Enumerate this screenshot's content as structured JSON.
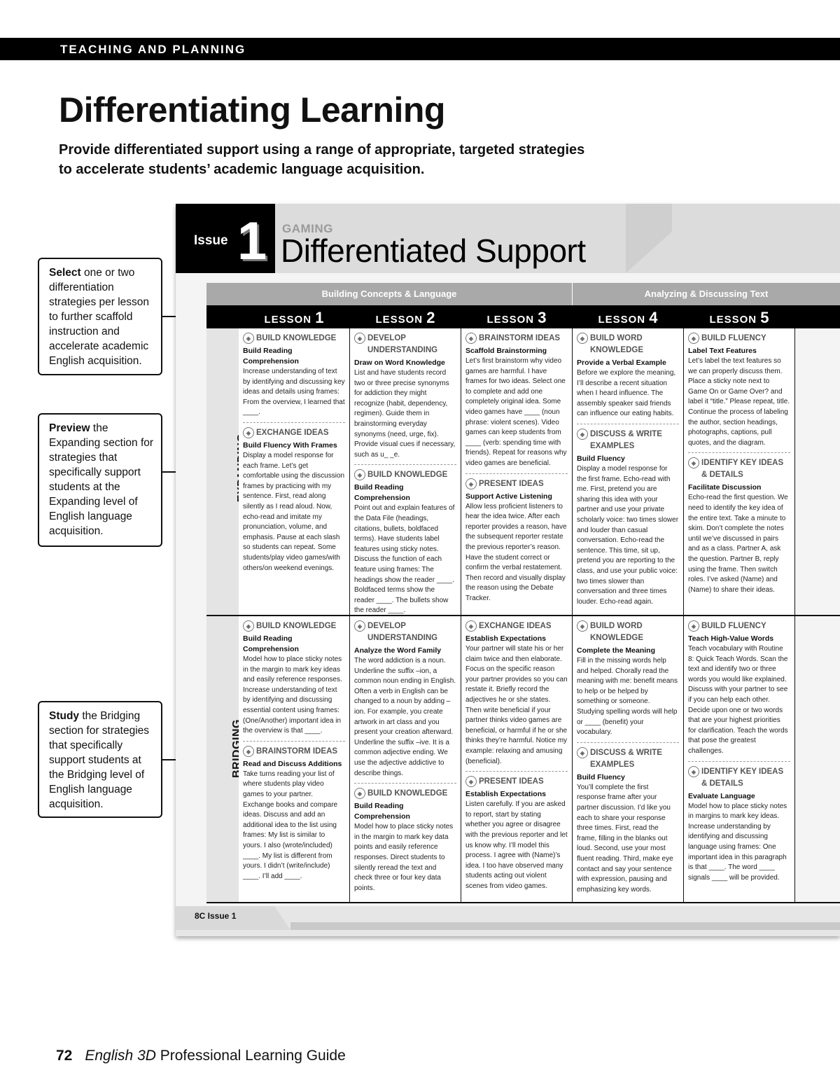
{
  "header_band": "TEACHING AND PLANNING",
  "title": "Differentiating Learning",
  "subtitle": "Provide differentiated support using a range of appropriate, targeted strategies to accelerate students’ academic language acquisition.",
  "callouts": [
    {
      "bold": "Select",
      "text": " one or two differentiation strategies per lesson to further scaffold instruction and accelerate academic English acquisition."
    },
    {
      "bold": "Preview",
      "text": " the Expanding section for strategies that specifically support students at the Expanding level of English language acquisition."
    },
    {
      "bold": "Study",
      "text": " the Bridging section for strategies that specifically support students at the Bridging level of English language acquisition."
    }
  ],
  "poster": {
    "issue_label": "Issue",
    "issue_number": "1",
    "theme": "GAMING",
    "title": "Differentiated Support",
    "bands": [
      "Building Concepts & Language",
      "Analyzing & Discussing Text"
    ],
    "lessons": [
      {
        "word": "LESSON",
        "num": "1"
      },
      {
        "word": "LESSON",
        "num": "2"
      },
      {
        "word": "LESSON",
        "num": "3"
      },
      {
        "word": "LESSON",
        "num": "4"
      },
      {
        "word": "LESSON",
        "num": "5"
      }
    ],
    "row_labels": [
      "EXPANDING",
      "BRIDGING"
    ],
    "footer_label": "8C  Issue 1",
    "expanding": [
      [
        {
          "head": "BUILD KNOWLEDGE",
          "sub": "Build Reading Comprehension",
          "body": "Increase understanding of text by identifying and discussing key ideas and details using frames: From the overview, I learned that ____."
        },
        {
          "head": "EXCHANGE IDEAS",
          "sub": "Build Fluency With Frames",
          "body": "Display a model response for each frame. Let’s get comfortable using the discussion frames by practicing with my sentence. First, read along silently as I read aloud. Now, echo-read and imitate my pronunciation, volume, and emphasis. Pause at each slash so students can repeat. Some students/play video games/with others/on weekend evenings."
        }
      ],
      [
        {
          "head": "DEVELOP UNDERSTANDING",
          "sub": "Draw on Word Knowledge",
          "body": "List and have students record two or three precise synonyms for addiction they might recognize (habit, dependency, regimen). Guide them in brainstorming everyday synonyms (need, urge, fix). Provide visual cues if necessary, such as u_ _e."
        },
        {
          "head": "BUILD KNOWLEDGE",
          "sub": "Build Reading Comprehension",
          "body": "Point out and explain features of the Data File (headings, citations, bullets, boldfaced terms). Have students label features using sticky notes. Discuss the function of each feature using frames: The headings show the reader ____. Boldfaced terms show the reader ____. The bullets show the reader ____."
        }
      ],
      [
        {
          "head": "BRAINSTORM IDEAS",
          "sub": "Scaffold Brainstorming",
          "body": "Let’s first brainstorm why video games are harmful. I have frames for two ideas. Select one to complete and add one completely original idea. Some video games have ____ (noun phrase: violent scenes). Video games can keep students from ____ (verb: spending time with friends). Repeat for reasons why video games are beneficial."
        },
        {
          "head": "PRESENT IDEAS",
          "sub": "Support Active Listening",
          "body": "Allow less proficient listeners to hear the idea twice. After each reporter provides a reason, have the subsequent reporter restate the previous reporter’s reason. Have the student correct or confirm the verbal restatement. Then record and visually display the reason using the Debate Tracker."
        }
      ],
      [
        {
          "head": "BUILD WORD KNOWLEDGE",
          "sub": "Provide a Verbal Example",
          "body": "Before we explore the meaning, I’ll describe a recent situation when I heard influence. The assembly speaker said friends can influence our eating habits."
        },
        {
          "head": "DISCUSS & WRITE EXAMPLES",
          "sub": "Build Fluency",
          "body": "Display a model response for the first frame. Echo-read with me. First, pretend you are sharing this idea with your partner and use your private scholarly voice: two times slower and louder than casual conversation. Echo-read the sentence. This time, sit up, pretend you are reporting to the class, and use your public voice: two times slower than conversation and three times louder. Echo-read again."
        }
      ],
      [
        {
          "head": "BUILD FLUENCY",
          "sub": "Label Text Features",
          "body": "Let’s label the text features so we can properly discuss them. Place a sticky note next to Game On or Game Over? and label it “title.” Please repeat, title. Continue the process of labeling the author, section headings, photographs, captions, pull quotes, and the diagram."
        },
        {
          "head": "IDENTIFY KEY IDEAS & DETAILS",
          "sub": "Facilitate Discussion",
          "body": "Echo-read the first question. We need to identify the key idea of the entire text. Take a minute to skim. Don’t complete the notes until we’ve discussed in pairs and as a class. Partner A, ask the question. Partner B, reply using the frame. Then switch roles. I’ve asked (Name) and (Name) to share their ideas."
        }
      ]
    ],
    "bridging": [
      [
        {
          "head": "BUILD KNOWLEDGE",
          "sub": "Build Reading Comprehension",
          "body": "Model how to place sticky notes in the margin to mark key ideas and easily reference responses. Increase understanding of text by identifying and discussing essential content using frames: (One/Another) important idea in the overview is that ____."
        },
        {
          "head": "BRAINSTORM IDEAS",
          "sub": "Read and Discuss Additions",
          "body": "Take turns reading your list of where students play video games to your partner. Exchange books and compare ideas. Discuss and add an additional idea to the list using frames: My list is similar to yours. I also (wrote/included) ____. My list is different from yours. I didn’t (write/include) ____. I’ll add ____."
        }
      ],
      [
        {
          "head": "DEVELOP UNDERSTANDING",
          "sub": "Analyze the Word Family",
          "body": "The word addiction is a noun. Underline the suffix –ion, a common noun ending in English. Often a verb in English can be changed to a noun by adding –ion. For example, you create artwork in art class and you present your creation afterward. Underline the suffix –ive. It is a common adjective ending. We use the adjective addictive to describe things."
        },
        {
          "head": "BUILD KNOWLEDGE",
          "sub": "Build Reading Comprehension",
          "body": "Model how to place sticky notes in the margin to mark key data points and easily reference responses. Direct students to silently reread the text and check three or four key data points."
        }
      ],
      [
        {
          "head": "EXCHANGE IDEAS",
          "sub": "Establish Expectations",
          "body": "Your partner will state his or her claim twice and then elaborate. Focus on the specific reason your partner provides so you can restate it. Briefly record the adjectives he or she states. Then write beneficial if your partner thinks video games are beneficial, or harmful if he or she thinks they’re harmful. Notice my example: relaxing and amusing (beneficial)."
        },
        {
          "head": "PRESENT IDEAS",
          "sub": "Establish Expectations",
          "body": "Listen carefully. If you are asked to report, start by stating whether you agree or disagree with the previous reporter and let us know why. I’ll model this process. I agree with (Name)’s idea. I too have observed many students acting out violent scenes from video games."
        }
      ],
      [
        {
          "head": "BUILD WORD KNOWLEDGE",
          "sub": "Complete the Meaning",
          "body": "Fill in the missing words help and helped. Chorally read the meaning with me: benefit means to help or be helped by something or someone. Studying spelling words will help or ____ (benefit) your vocabulary."
        },
        {
          "head": "DISCUSS & WRITE EXAMPLES",
          "sub": "Build Fluency",
          "body": "You’ll complete the first response frame after your partner discussion. I’d like you each to share your response three times. First, read the frame, filling in the blanks out loud. Second, use your most fluent reading. Third, make eye contact and say your sentence with expression, pausing and emphasizing key words."
        }
      ],
      [
        {
          "head": "BUILD FLUENCY",
          "sub": "Teach High-Value Words",
          "body": "Teach vocabulary with Routine 8: Quick Teach Words. Scan the text and identify two or three words you would like explained. Discuss with your partner to see if you can help each other. Decide upon one or two words that are your highest priorities for clarification. Teach the words that pose the greatest challenges."
        },
        {
          "head": "IDENTIFY KEY IDEAS & DETAILS",
          "sub": "Evaluate Language",
          "body": "Model how to place sticky notes in margins to mark key ideas. Increase understanding by identifying and discussing language using frames: One important idea in this paragraph is that ____. The word ____ signals ____ will be provided."
        }
      ]
    ]
  },
  "footer": {
    "page_number": "72",
    "book_italic": "English 3D",
    "book_rest": " Professional Learning Guide"
  }
}
